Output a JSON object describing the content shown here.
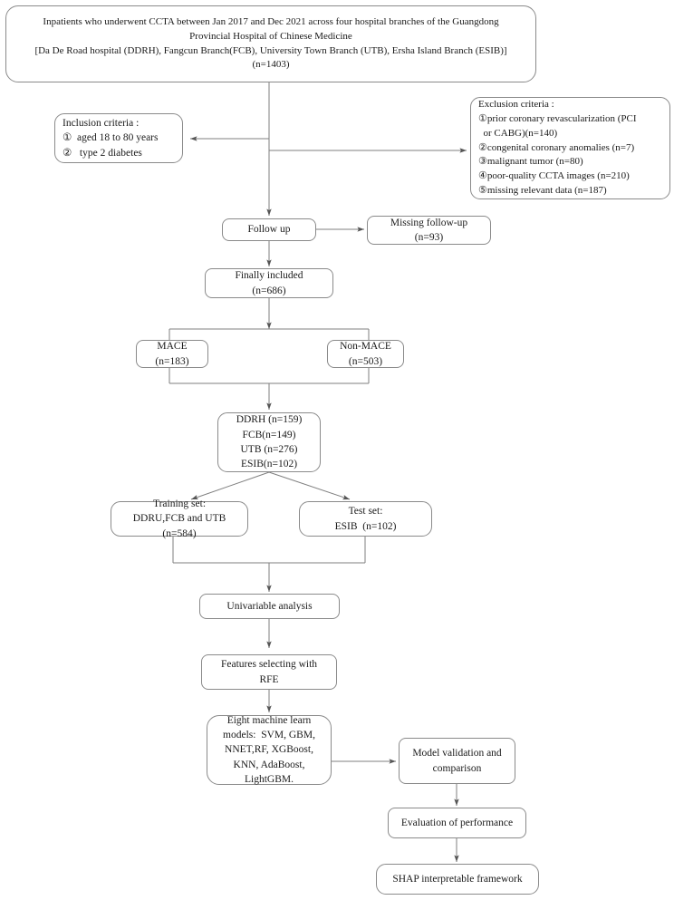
{
  "diagram": {
    "title": "CCTA MACE prediction study flowchart",
    "type": "flowchart",
    "stroke_color": "#8a8a8a",
    "text_color": "#1a1a1a",
    "background": "#ffffff"
  },
  "nodes": {
    "cohort": {
      "id": "cohort",
      "lines": [
        "Inpatients who underwent CCTA between Jan 2017 and Dec 2021 across four hospital branches of the Guangdong",
        "Provincial Hospital of Chinese Medicine",
        "[Da De Road hospital (DDRH), Fangcun Branch(FCB), University Town Branch (UTB), Ersha Island Branch (ESIB)]",
        "(n=1403)"
      ]
    },
    "inclusion": {
      "id": "inclusion",
      "lines": [
        "Inclusion criteria :",
        "①  aged 18 to 80 years",
        "②   type 2 diabetes"
      ]
    },
    "exclusion": {
      "id": "exclusion",
      "lines": [
        "Exclusion criteria :",
        "①prior coronary revascularization (PCI",
        "  or CABG)(n=140)",
        "②congenital coronary anomalies (n=7)",
        "③malignant tumor (n=80)",
        "④poor-quality CCTA images (n=210)",
        "⑤missing relevant data (n=187)"
      ]
    },
    "follow_up": {
      "id": "follow-up",
      "lines": [
        "Follow up"
      ]
    },
    "missing_follow_up": {
      "id": "missing-follow-up",
      "lines": [
        "Missing follow-up",
        "(n=93)"
      ]
    },
    "finally_included": {
      "id": "finally-included",
      "lines": [
        "Finally included",
        "(n=686)"
      ]
    },
    "mace": {
      "id": "mace",
      "lines": [
        "MACE",
        "(n=183)"
      ]
    },
    "non_mace": {
      "id": "non-mace",
      "lines": [
        "Non-MACE",
        "(n=503)"
      ]
    },
    "branches": {
      "id": "branch-breakdown",
      "lines": [
        "DDRH (n=159)",
        "FCB(n=149)",
        "UTB (n=276)",
        "ESIB(n=102)"
      ]
    },
    "training_set": {
      "id": "training-set",
      "lines": [
        "Training set:",
        "DDRU,FCB and UTB",
        "(n=584)"
      ]
    },
    "test_set": {
      "id": "test-set",
      "lines": [
        "Test set:",
        "ESIB  (n=102)"
      ]
    },
    "univariable": {
      "id": "univariable-analysis",
      "lines": [
        "Univariable analysis"
      ]
    },
    "rfe": {
      "id": "feature-selection-rfe",
      "lines": [
        "Features selecting with",
        "RFE"
      ]
    },
    "models": {
      "id": "machine-learning-models",
      "lines": [
        "Eight machine learn",
        "models:  SVM, GBM,",
        "NNET,RF, XGBoost,",
        "KNN, AdaBoost,",
        "LightGBM."
      ]
    },
    "validation": {
      "id": "model-validation",
      "lines": [
        "Model validation and",
        "comparison"
      ]
    },
    "evaluation": {
      "id": "evaluation-of-performance",
      "lines": [
        "Evaluation of performance"
      ]
    },
    "shap": {
      "id": "shap-framework",
      "lines": [
        "SHAP interpretable framework"
      ]
    }
  },
  "edges": [
    {
      "from": "cohort",
      "to": "follow_up",
      "style": "arrow"
    },
    {
      "from": "trunk",
      "to": "inclusion",
      "style": "arrow-left"
    },
    {
      "from": "trunk",
      "to": "exclusion",
      "style": "arrow-right"
    },
    {
      "from": "follow_up",
      "to": "missing_follow_up",
      "style": "arrow-right"
    },
    {
      "from": "follow_up",
      "to": "finally_included",
      "style": "arrow"
    },
    {
      "from": "finally_included",
      "to": "mace",
      "style": "split"
    },
    {
      "from": "finally_included",
      "to": "non_mace",
      "style": "split"
    },
    {
      "from": "mace",
      "to": "branches",
      "style": "merge"
    },
    {
      "from": "non_mace",
      "to": "branches",
      "style": "merge"
    },
    {
      "from": "branches",
      "to": "training_set",
      "style": "arrow-diagonal"
    },
    {
      "from": "branches",
      "to": "test_set",
      "style": "arrow-diagonal"
    },
    {
      "from": "training_set",
      "to": "univariable",
      "style": "merge"
    },
    {
      "from": "test_set",
      "to": "univariable",
      "style": "merge"
    },
    {
      "from": "univariable",
      "to": "rfe",
      "style": "arrow"
    },
    {
      "from": "rfe",
      "to": "models",
      "style": "arrow"
    },
    {
      "from": "models",
      "to": "validation",
      "style": "arrow-right"
    },
    {
      "from": "validation",
      "to": "evaluation",
      "style": "arrow"
    },
    {
      "from": "evaluation",
      "to": "shap",
      "style": "arrow"
    }
  ]
}
